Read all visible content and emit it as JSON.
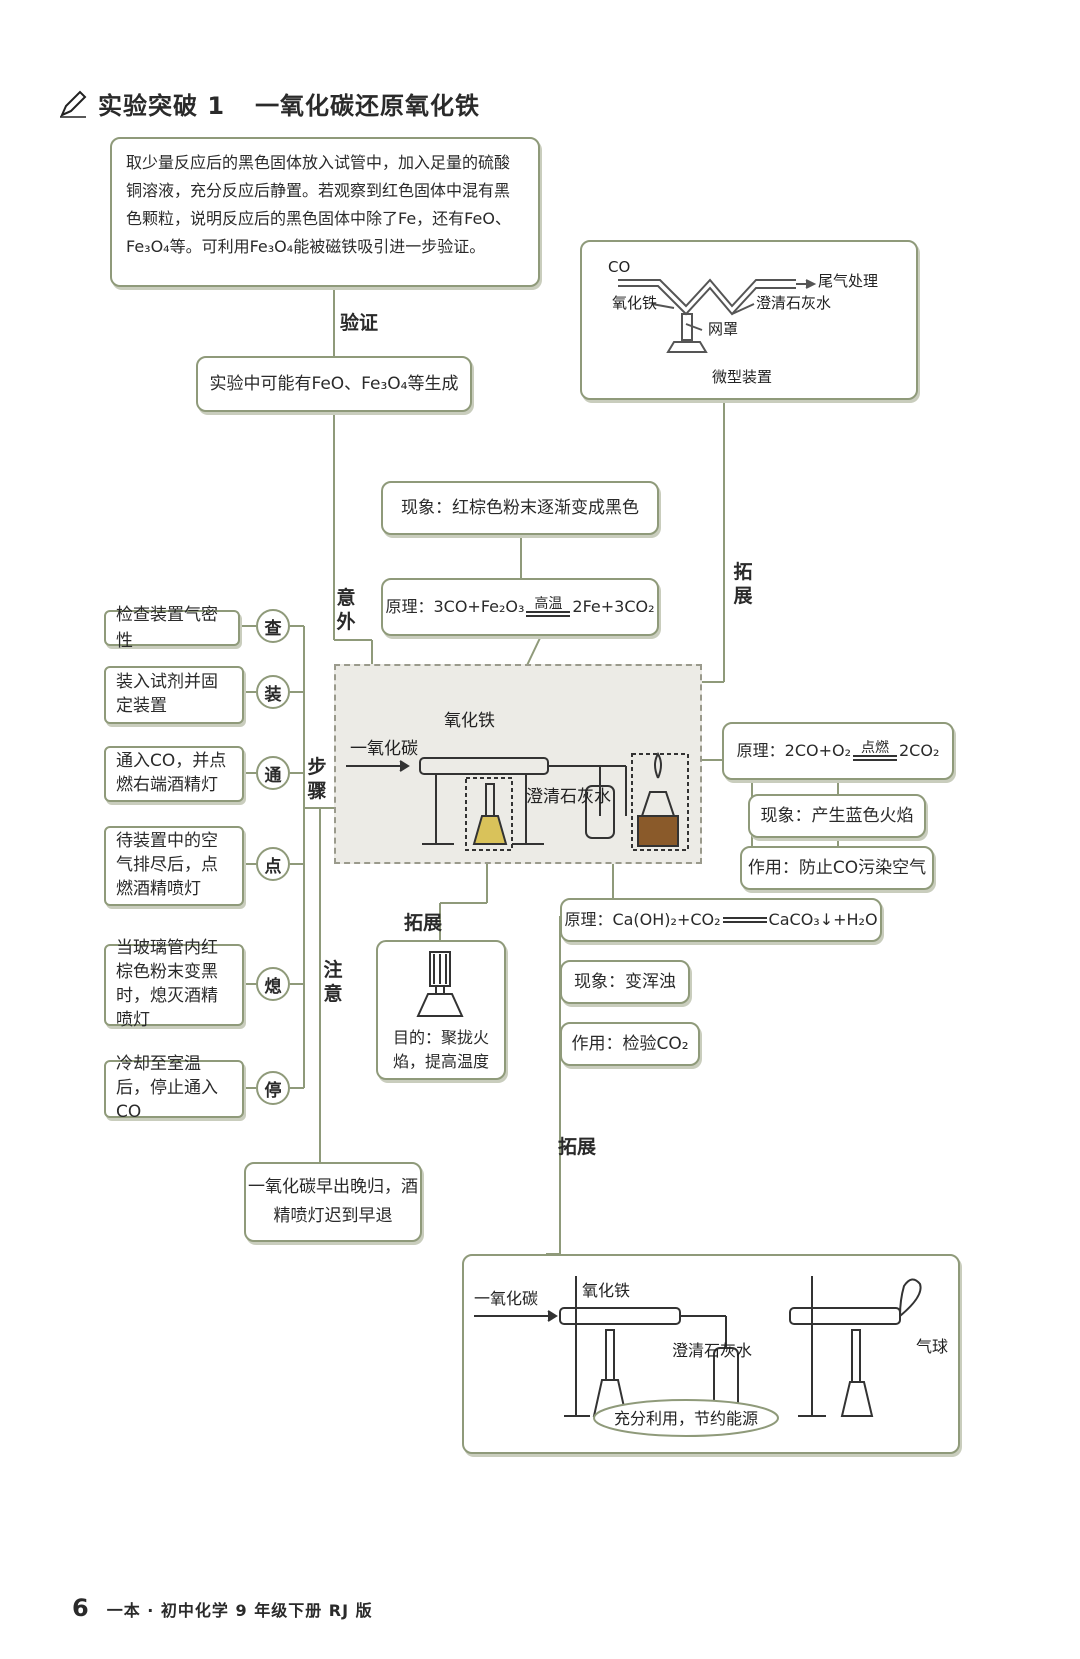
{
  "header": {
    "title_part1": "实验突破 1",
    "title_part2": "一氧化碳还原氧化铁"
  },
  "top_note": {
    "text": "取少量反应后的黑色固体放入试管中，加入足量的硫酸铜溶液，充分反应后静置。若观察到红色固体中混有黑色颗粒，说明反应后的黑色固体中除了Fe，还有FeO、Fe₃O₄等。可利用Fe₃O₄能被磁铁吸引进一步验证。"
  },
  "verify_label": "验证",
  "accident_box": "实验中可能有FeO、Fe₃O₄等生成",
  "accident_label": "意外",
  "micro_device": {
    "co": "CO",
    "tail": "尾气处理",
    "iron_oxide": "氧化铁",
    "limewater": "澄清石灰水",
    "mesh": "网罩",
    "caption": "微型装置"
  },
  "extend_label": "拓展",
  "phenomenon_main": "现象：红棕色粉末逐渐变成黑色",
  "principle_main": {
    "prefix": "原理：",
    "left": "3CO+Fe₂O₃",
    "condition": "高温",
    "right": "2Fe+3CO₂"
  },
  "steps_label": "步骤",
  "steps": [
    {
      "text": "检查装置气密性",
      "key": "查"
    },
    {
      "text": "装入试剂并固定装置",
      "key": "装"
    },
    {
      "text": "通入CO，并点燃右端酒精灯",
      "key": "通"
    },
    {
      "text": "待装置中的空气排尽后，点燃酒精喷灯",
      "key": "点"
    },
    {
      "text": "当玻璃管内红棕色粉末变黑时，熄灭酒精喷灯",
      "key": "熄"
    },
    {
      "text": "冷却至室温后，停止通入CO",
      "key": "停"
    }
  ],
  "notice_label": "注意",
  "notice_box": "一氧化碳早出晚归，酒精喷灯迟到早退",
  "apparatus": {
    "co": "一氧化碳",
    "iron_oxide": "氧化铁",
    "limewater": "澄清石灰水"
  },
  "right_principle": {
    "prefix": "原理：",
    "left": "2CO+O₂",
    "condition": "点燃",
    "right": "2CO₂"
  },
  "right_phenomenon": "现象：产生蓝色火焰",
  "right_function": "作用：防止CO污染空气",
  "lime_principle": {
    "prefix": "原理：",
    "left": "Ca(OH)₂+CO₂",
    "right": "CaCO₃↓+H₂O"
  },
  "lime_phenomenon": "现象：变浑浊",
  "lime_function": "作用：检验CO₂",
  "lamp_extend_label": "拓展",
  "lamp_box": "目的：聚拢火焰，提高温度",
  "bottom_extend_label": "拓展",
  "bottom_device": {
    "co": "一氧化碳",
    "iron_oxide": "氧化铁",
    "limewater": "澄清石灰水",
    "balloon": "气球",
    "oval": "充分利用，节约能源"
  },
  "footer": {
    "page_number": "6",
    "text": "一本 · 初中化学 9 年级下册  RJ 版"
  },
  "colors": {
    "border": "#8f9a7a",
    "text": "#2a2a2a",
    "photo_bg": "#ecebe6"
  }
}
